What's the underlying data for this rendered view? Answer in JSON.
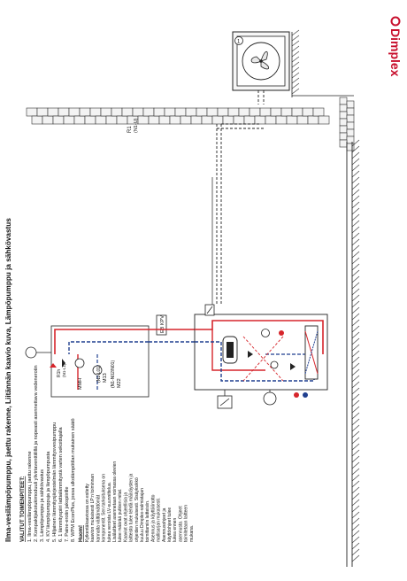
{
  "brand": {
    "logo": "Dimplex",
    "color": "#c8102e"
  },
  "title": {
    "line1": "Ilma-vesilämpöpumppu, jaettu rakenne, Liitännän kaavio kuva, Lämpöpumppu ja sähkövastus"
  },
  "legend": {
    "heading": "VALITUT TOIMENPITEET:",
    "items": [
      "1. Ilma-vesilämpöpumppu, jaettu rakenne",
      "2. Kompaktijakotukimoduuli ylivirtaventtiilillä ja nopeasti asennettava vedenerotin",
      "3. Lämpöpumppu ja sähkövastus",
      "4. KV lämpöpumppuja ja lämpöpumpusta",
      "5. Hiljainen lämmitysjärjestelmän lämmitysvesipumppu",
      "6. 1 lämmityspiiri lattialämmitystä varten sekoittajalla",
      "7. Paine-erotin jakopiirille",
      "8. WPM EconPlus, jossa ulkolämpötilan mukainen säätö"
    ],
    "note_heading": "Huom!",
    "note_lines": [
      "Kytkentäkaaviossa on esitetty",
      "kaavion mukaisesti LP:n toiminnan",
      "kannalta välttämättömät",
      "komponentit. Sen tarkoituksena on",
      "tukea veroista LV-suunnittelua.",
      "Lisälaitteet asennetaan voimassa olevien",
      "tulee määrää putkien mitat.",
      "Kaaviot ovat ohjeellisia ja",
      "laitteisto tulee tehdä määräysten ja",
      "ohjeiden mukaisesti. Sisäyksikkö",
      "kuuluu Dimplex-valmistajan",
      "toimittamiin laitteisiin.",
      "Asennus ja käyttöönotto",
      "mallisarjan mukaisesti.",
      "Asennusohjeet ja",
      "käyttöohjeet tulee",
      "lukea ennen",
      "asennusta. Ohjeet",
      "toimitetaan laitteen",
      "mukana."
    ]
  },
  "labels": {
    "outdoor_unit_num": "1",
    "pipe_r1": "R1",
    "pipe_r1_sub": "(N1-U)",
    "ebkpv": "EB KPV",
    "mmh": "MMH",
    "m13": "M13",
    "m13_sub": "(N1-L01)",
    "m22": "M22",
    "m22_sub": "(N1-N02/N01)",
    "r1h": "R1h",
    "r1h_sub": "(N1-L1)"
  },
  "colors": {
    "flow": "#d6252b",
    "return": "#1f3f8f",
    "outline": "#222222"
  }
}
